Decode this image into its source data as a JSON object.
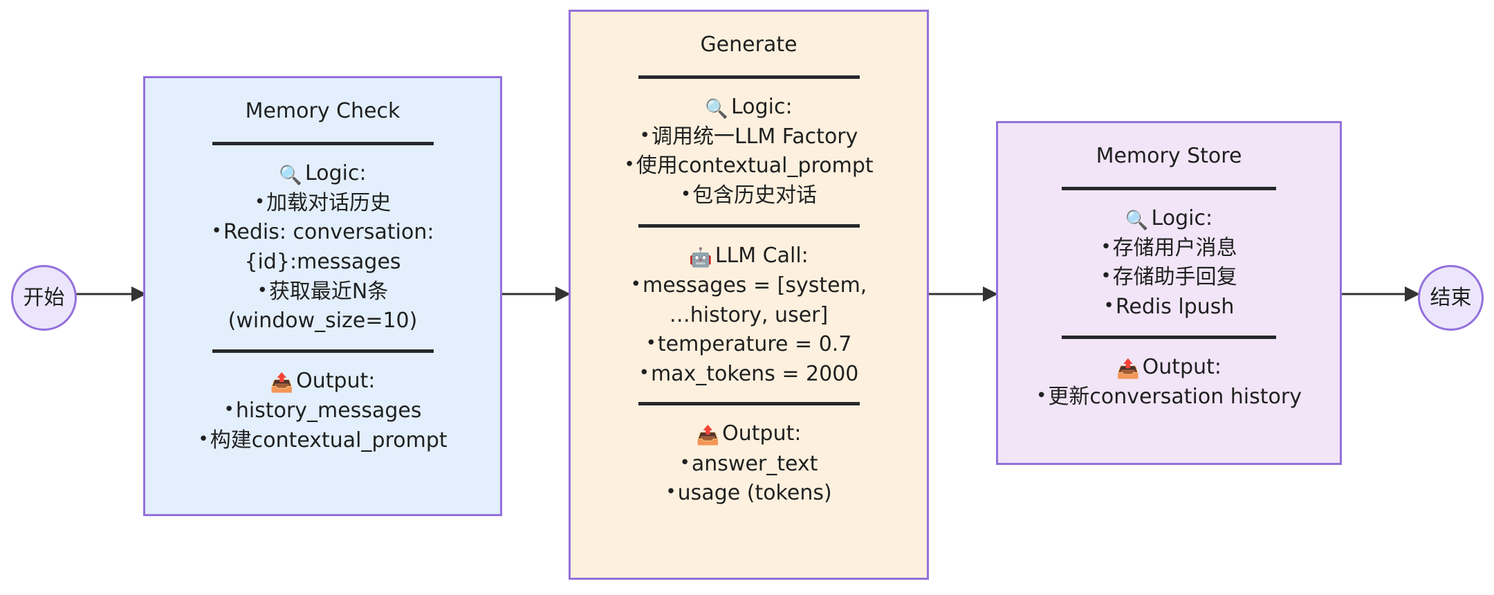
{
  "diagram": {
    "type": "flowchart",
    "direction": "left-to-right",
    "background": "#ffffff",
    "accent_border": "#9370db",
    "start_node": {
      "label": "开始",
      "shape": "circle",
      "fill": "#ebe6fb"
    },
    "end_node": {
      "label": "结束",
      "shape": "circle",
      "fill": "#ebe6fb"
    },
    "icons": {
      "logic": "magnifying-glass",
      "llm": "robot",
      "output": "outbox-tray",
      "logic_glyph": "🔍",
      "llm_glyph": "🤖",
      "output_glyph": "📤",
      "bullet_glyph": "•",
      "arrow_glyph": "▶"
    },
    "nodes": [
      {
        "id": "memory-check",
        "title": "Memory Check",
        "fill": "#e3effc",
        "sections": [
          {
            "icon": "🔍",
            "heading": "Logic:",
            "items": [
              "加载对话历史",
              "Redis: conversation:\n{id}:messages",
              "获取最近N条\n(window_size=10)"
            ]
          },
          {
            "icon": "📤",
            "heading": "Output:",
            "items": [
              "history_messages",
              "构建contextual_prompt"
            ]
          }
        ]
      },
      {
        "id": "generate",
        "title": "Generate",
        "fill": "#fdf0de",
        "sections": [
          {
            "icon": "🔍",
            "heading": "Logic:",
            "items": [
              "调用统一LLM Factory",
              "使用contextual_prompt",
              "包含历史对话"
            ]
          },
          {
            "icon": "🤖",
            "heading": "LLM Call:",
            "items": [
              "messages = [system,\n…history, user]",
              "temperature = 0.7",
              "max_tokens = 2000"
            ]
          },
          {
            "icon": "📤",
            "heading": "Output:",
            "items": [
              "answer_text",
              "usage (tokens)"
            ]
          }
        ]
      },
      {
        "id": "memory-store",
        "title": "Memory Store",
        "fill": "#f2e5f7",
        "sections": [
          {
            "icon": "🔍",
            "heading": "Logic:",
            "items": [
              "存储用户消息",
              "存储助手回复",
              "Redis lpush"
            ]
          },
          {
            "icon": "📤",
            "heading": "Output:",
            "items": [
              "更新conversation history"
            ]
          }
        ]
      }
    ],
    "edges": [
      {
        "from": "开始",
        "to": "Memory Check",
        "label": ""
      },
      {
        "from": "Memory Check",
        "to": "Generate",
        "label": ""
      },
      {
        "from": "Generate",
        "to": "Memory Store",
        "label": ""
      },
      {
        "from": "Memory Store",
        "to": "结束",
        "label": ""
      }
    ]
  }
}
